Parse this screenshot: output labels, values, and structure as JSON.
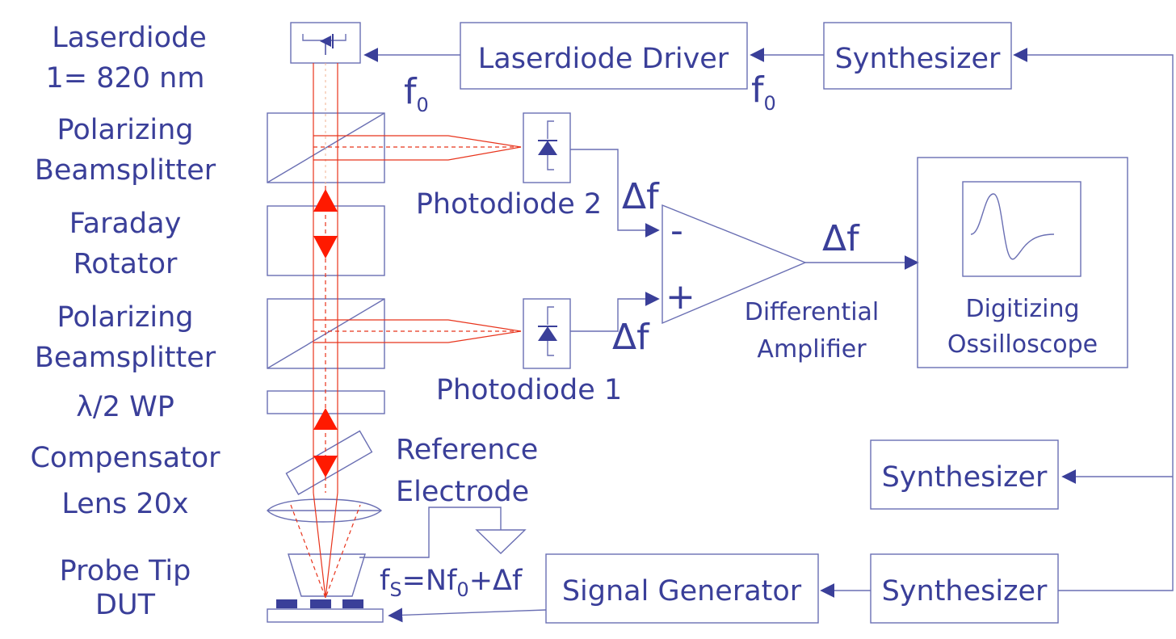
{
  "left_labels": {
    "laserdiode": "Laserdiode",
    "wavelength": "1= 820 nm",
    "pbs_top_1": "Polarizing",
    "pbs_top_2": "Beamsplitter",
    "faraday_1": "Faraday",
    "faraday_2": "Rotator",
    "pbs_bottom_1": "Polarizing",
    "pbs_bottom_2": "Beamsplitter",
    "waveplate": "λ/2 WP",
    "compensator": "Compensator",
    "lens": "Lens 20x",
    "probe_tip": "Probe Tip",
    "dut": "DUT"
  },
  "blocks": {
    "laserdiode_driver": "Laserdiode Driver",
    "synth_top": "Synthesizer",
    "synth_mid": "Synthesizer",
    "synth_bottom": "Synthesizer",
    "signal_generator": "Signal Generator",
    "scope_1": "Digitizing",
    "scope_2": "Ossilloscope",
    "amp_1": "Differential",
    "amp_2": "Amplifier",
    "amp_minus": "-",
    "amp_plus": "+"
  },
  "detectors": {
    "pd2": "Photodiode 2",
    "pd1": "Photodiode 1"
  },
  "reference": {
    "line1": "Reference",
    "line2": "Electrode"
  },
  "freq": {
    "f": "f",
    "zero": "0",
    "delta_f": "Δf",
    "fs_f": "f",
    "fs_sub": "S",
    "fs_eq": "=Nf",
    "fs_sub0": "0",
    "fs_tail": "+Δf"
  }
}
